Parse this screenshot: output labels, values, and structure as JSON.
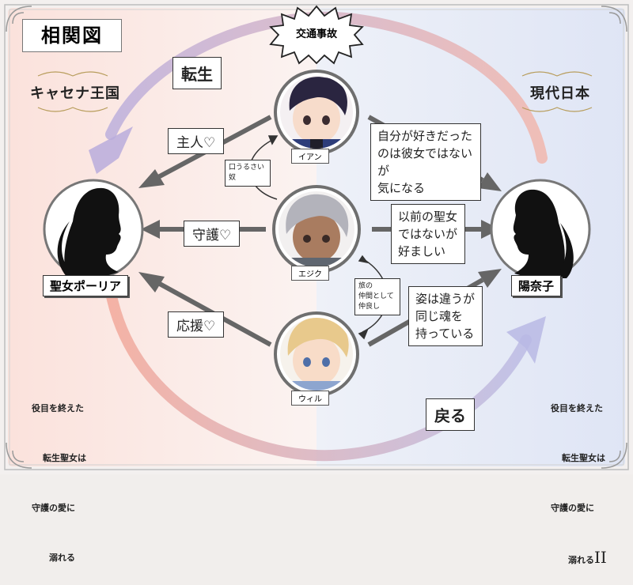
{
  "title": "相関図",
  "places": {
    "left": "キャセナ王国",
    "right": "現代日本"
  },
  "event_burst": "交通事故",
  "cycle_labels": {
    "reincarnation": "転生",
    "return": "戻る"
  },
  "characters": {
    "ian": "イアン",
    "ejik": "エジク",
    "will": "ウィル",
    "paulia": "聖女ポーリア",
    "hinako": "陽奈子"
  },
  "relations": {
    "ian_to_paulia": "主人♡",
    "ejik_to_paulia": "守護♡",
    "will_to_paulia": "応援♡",
    "ian_to_hinako": [
      "自分が好きだった",
      "のは彼女ではないが",
      "気になる"
    ],
    "ejik_to_hinako": [
      "以前の聖女",
      "ではないが",
      "好ましい"
    ],
    "will_to_hinako": [
      "姿は違うが",
      "同じ魂を",
      "持っている"
    ],
    "ejik_to_ian": [
      "口うるさい",
      "奴"
    ],
    "ejik_will": [
      "旅の",
      "仲間として",
      "仲良し"
    ]
  },
  "logo_left": [
    "役目を終えた",
    "転生聖女は",
    "守護の愛に",
    "溺れる"
  ],
  "logo_right": [
    "役目を終えた",
    "転生聖女は",
    "守護の愛に",
    "溺れる"
  ],
  "logo_right_numeral": "II",
  "colors": {
    "left_bg": "#fbe4de",
    "right_bg": "#e3e8f6",
    "arrow_top": "#c9b6dc",
    "arrow_bottom": "#f0a89a",
    "relation_arrow": "#6a6a6a"
  }
}
